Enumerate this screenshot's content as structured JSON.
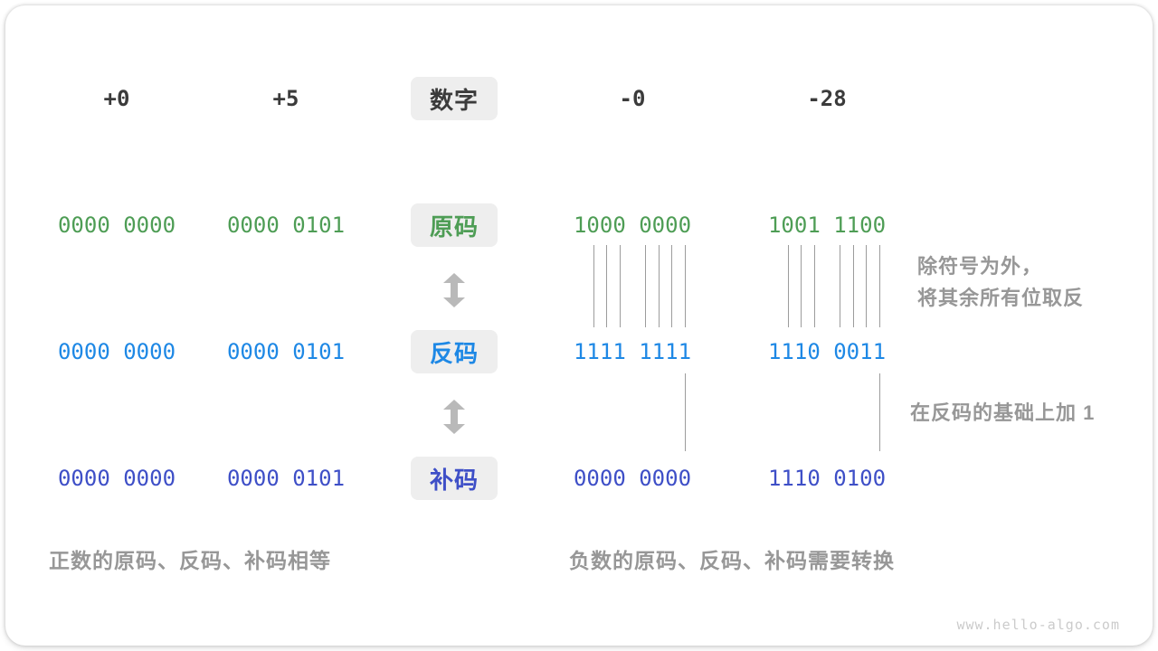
{
  "figure": {
    "headers": {
      "columns": [
        "+0",
        "+5",
        "-0",
        "-28"
      ],
      "center_label": "数字"
    },
    "rows": [
      {
        "label": "原码",
        "values": [
          "0000 0000",
          "0000 0101",
          "1000 0000",
          "1001 1100"
        ]
      },
      {
        "label": "反码",
        "values": [
          "0000 0000",
          "0000 0101",
          "1111 1111",
          "1110 0011"
        ]
      },
      {
        "label": "补码",
        "values": [
          "0000 0000",
          "0000 0101",
          "0000 0000",
          "1110 0100"
        ]
      }
    ],
    "annotations": {
      "invert": {
        "line1": "除符号为外，",
        "line2": "将其余所有位取反"
      },
      "add_one": "在反码的基础上加 1"
    },
    "captions": {
      "positive": "正数的原码、反码、补码相等",
      "negative": "负数的原码、反码、补码需要转换"
    },
    "watermark": "www.hello-algo.com"
  },
  "icons": {
    "updown_arrow": "↕"
  },
  "colors": {
    "raw": "#4E9D55",
    "ones": "#1E88E5",
    "twos": "#3E4FC7",
    "ink": "#3B3B3B",
    "muted": "#979797",
    "arrow": "#B9B9B9",
    "line": "#9C9C9C",
    "box-bg": "#EEEEEE",
    "watermark": "#CBCBCB"
  }
}
